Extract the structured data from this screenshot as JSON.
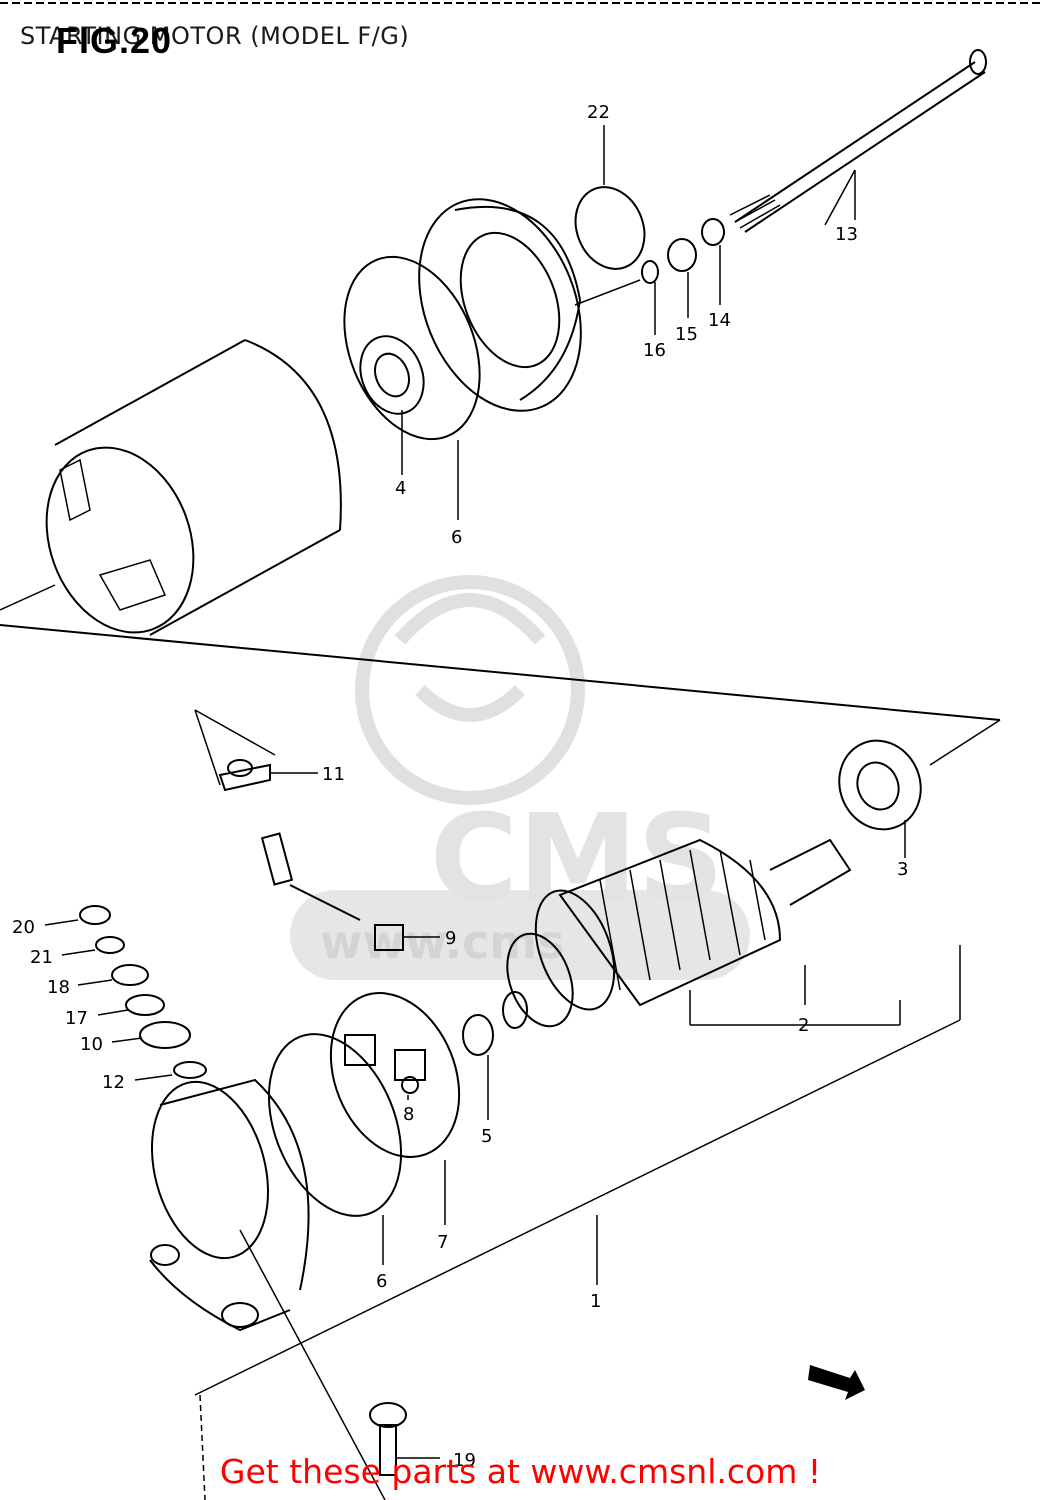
{
  "diagram": {
    "header_text": "STARTING MOTOR (MODEL F/G)",
    "figure_label": "FIG.20",
    "footer_text": "Get these parts at www.cmsnl.com !",
    "watermark_text": "CMS",
    "watermark_url": "www.cms",
    "colors": {
      "footer": "#ff0000",
      "line": "#000000",
      "watermark": "#e0e0e0"
    },
    "part_labels": {
      "p1": "1",
      "p2": "2",
      "p3": "3",
      "p4": "4",
      "p5": "5",
      "p6a": "6",
      "p6b": "6",
      "p7": "7",
      "p8": "8",
      "p9": "9",
      "p10": "10",
      "p11": "11",
      "p12": "12",
      "p13": "13",
      "p14": "14",
      "p15": "15",
      "p16": "16",
      "p17": "17",
      "p18": "18",
      "p19": "19",
      "p20": "20",
      "p21": "21",
      "p22": "22"
    }
  }
}
